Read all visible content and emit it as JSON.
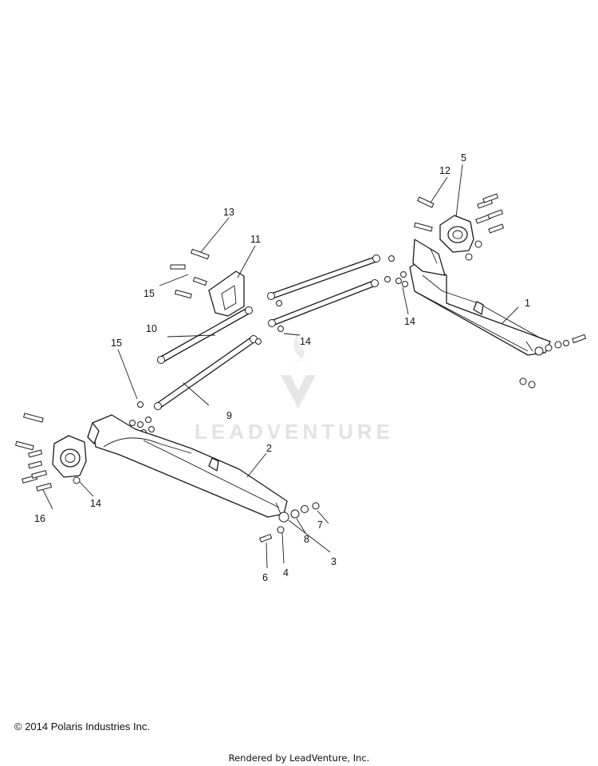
{
  "watermark": {
    "brand": "LEADVENTURE"
  },
  "footer": {
    "copyright": "© 2014 Polaris Industries Inc.",
    "rendered_by": "Rendered by LeadVenture, Inc."
  },
  "callouts": {
    "c1": "1",
    "c2": "2",
    "c3": "3",
    "c4": "4",
    "c5": "5",
    "c6": "6",
    "c7": "7",
    "c8": "8",
    "c9": "9",
    "c10": "10",
    "c11": "11",
    "c12": "12",
    "c13": "13",
    "c14a": "14",
    "c14b": "14",
    "c14c": "14",
    "c15a": "15",
    "c15b": "15",
    "c16": "16"
  }
}
